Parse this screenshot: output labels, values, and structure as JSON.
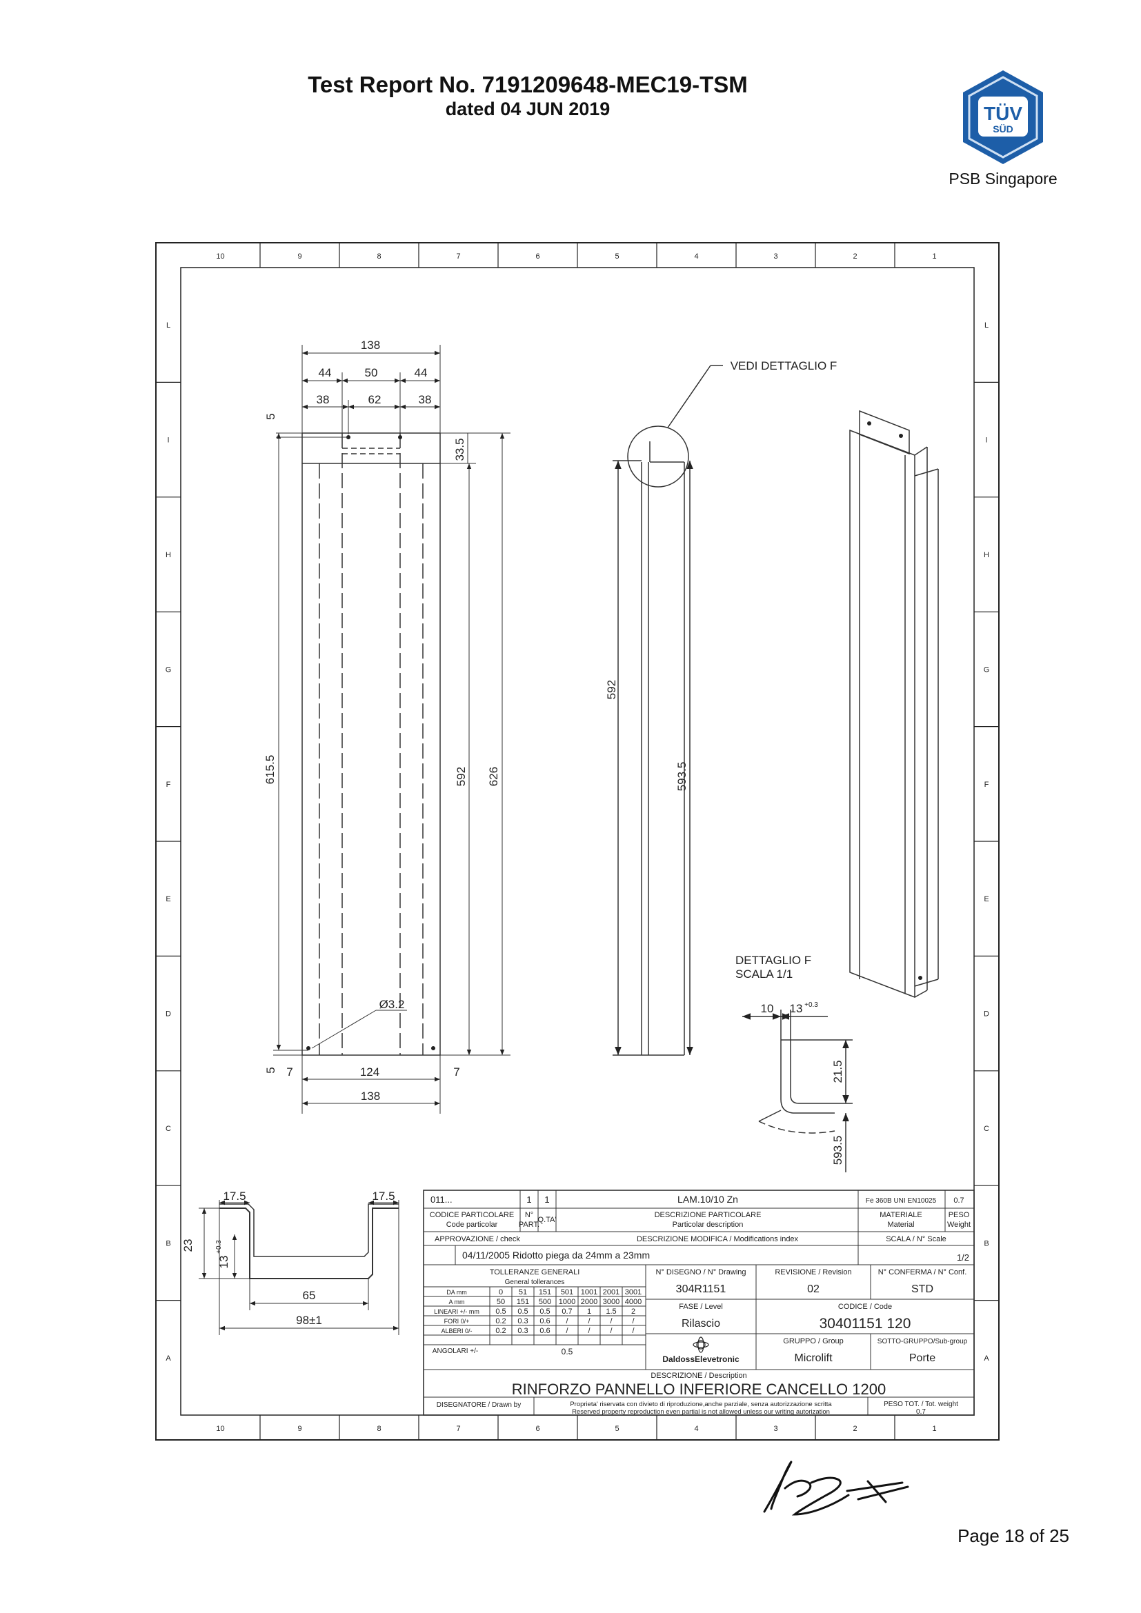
{
  "header": {
    "title": "Test Report No. 7191209648-MEC19-TSM",
    "date": "dated 04 JUN 2019",
    "logo_text": "TÜV",
    "logo_sub": "SÜD",
    "logo_caption": "PSB Singapore"
  },
  "footer": {
    "page": "Page 18 of 25"
  },
  "drawing": {
    "frame_cols": [
      "10",
      "9",
      "8",
      "7",
      "6",
      "5",
      "4",
      "3",
      "2",
      "1"
    ],
    "frame_rows": [
      "L",
      "I",
      "H",
      "G",
      "F",
      "E",
      "D",
      "C",
      "B",
      "A"
    ],
    "callout": "VEDI DETTAGLIO F",
    "detail_title": "DETTAGLIO F",
    "detail_scale": "SCALA 1/1",
    "dims": {
      "d138_top": "138",
      "d44_l": "44",
      "d50": "50",
      "d44_r": "44",
      "d38_l": "38",
      "d62": "62",
      "d38_r": "38",
      "d5_top": "5",
      "d33_5": "33.5",
      "d615_5": "615.5",
      "d592_left": "592",
      "d626": "626",
      "d3_2": "Ø3.2",
      "d5_bot": "5",
      "d7_l": "7",
      "d124": "124",
      "d7_r": "7",
      "d138_bot": "138",
      "d592_mid": "592",
      "d593_5_mid": "593.5",
      "det_10": "10",
      "det_13": "13",
      "det_tol": "+0.3",
      "det_21_5": "21.5",
      "det_593_5": "593.5",
      "sec_17_5_l": "17.5",
      "sec_17_5_r": "17.5",
      "sec_23": "23",
      "sec_13": "13",
      "sec_tol": "+0.3",
      "sec_65": "65",
      "sec_98": "98±1"
    },
    "title_block": {
      "code_particular": "011...",
      "n_part": "1",
      "qty": "1",
      "part_desc": "LAM.10/10 Zn",
      "material": "Fe 360B UNI EN10025",
      "weight": "0.7",
      "lbl_code": "CODICE PARTICOLARE",
      "lbl_code_en": "Code particolar",
      "lbl_npart": "N°",
      "lbl_npart2": "PART.",
      "lbl_qty": "Q.TA'",
      "lbl_desc": "DESCRIZIONE PARTICOLARE",
      "lbl_desc_en": "Particolar description",
      "lbl_material": "MATERIALE",
      "lbl_material_en": "Material",
      "lbl_peso": "PESO",
      "lbl_weight": "Weight",
      "lbl_approval": "APPROVAZIONE / check",
      "lbl_modif": "DESCRIZIONE  MODIFICA / Modifications index",
      "lbl_scale": "SCALA  / N° Scale",
      "modification": "04/11/2005 Ridotto piega da 24mm a 23mm",
      "scale": "1/2",
      "lbl_tol": "TOLLERANZE GENERALI",
      "lbl_tol_en": "General tollerances",
      "tol_rows": [
        {
          "label": "DA mm",
          "vals": [
            "0",
            "51",
            "151",
            "501",
            "1001",
            "2001",
            "3001"
          ]
        },
        {
          "label": "A mm",
          "vals": [
            "50",
            "151",
            "500",
            "1000",
            "2000",
            "3000",
            "4000"
          ]
        },
        {
          "label": "LINEARI +/- mm",
          "vals": [
            "0.5",
            "0.5",
            "0.5",
            "0.7",
            "1",
            "1.5",
            "2"
          ]
        },
        {
          "label": "FORI 0/+",
          "vals": [
            "0.2",
            "0.3",
            "0.6",
            "/",
            "/",
            "/",
            "/"
          ]
        },
        {
          "label": "ALBERI 0/-",
          "vals": [
            "0.2",
            "0.3",
            "0.6",
            "/",
            "/",
            "/",
            "/"
          ]
        }
      ],
      "lbl_angular": "ANGOLARI +/-",
      "angular": "0.5",
      "lbl_drawing": "N° DISEGNO / N° Drawing",
      "drawing_no": "304R1151",
      "lbl_revision": "REVISIONE / Revision",
      "revision": "02",
      "lbl_confirm": "N° CONFERMA / N° Conf.",
      "confirm": "STD",
      "lbl_phase": "FASE  / Level",
      "phase": "Rilascio",
      "lbl_codice": "CODICE / Code",
      "codice": "30401151 120",
      "lbl_group": "GRUPPO / Group",
      "group": "Microlift",
      "lbl_subgroup": "SOTTO-GRUPPO/Sub-group",
      "subgroup": "Porte",
      "brand": "DaldossElevetronic",
      "lbl_description": "DESCRIZIONE / Description",
      "description": "RINFORZO PANNELLO INFERIORE CANCELLO 1200",
      "lbl_drawn": "DISEGNATORE / Drawn by",
      "property_it": "Proprieta' riservata con divieto di riproduzione,anche parziale, senza autorizzazione scritta",
      "property_en": "Reserved property reproduction even partial is not allowed unless our writing autorization",
      "lbl_tot_weight": "PESO TOT. / Tot. weight",
      "tot_weight": "0.7"
    }
  }
}
